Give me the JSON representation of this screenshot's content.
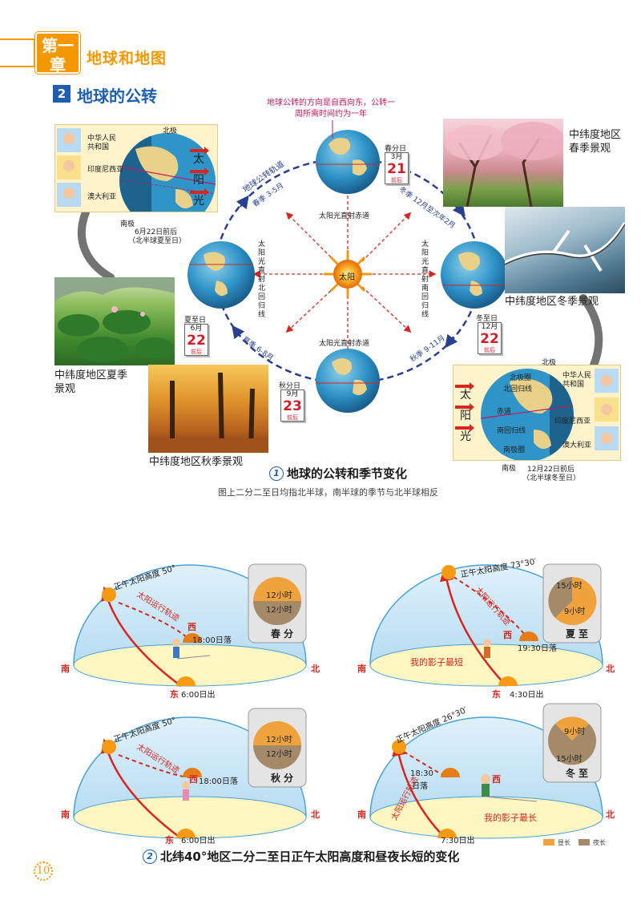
{
  "header": {
    "chapter_badge": "第一章",
    "chapter_title": "地球和地图",
    "section_num": "2",
    "section_title": "地球的公转"
  },
  "orbit": {
    "note": "地球公转的方向是自西向东，公转一周所需时间约为一年",
    "sun": "太阳",
    "track_label": "地球公转轨道",
    "seasons": {
      "spring": "春季 3-5月",
      "summer": "夏季 6-8月",
      "autumn": "秋季 9-11月",
      "winter": "冬季 12月至次年2月"
    },
    "sun_rays": {
      "top": "太阳光直射赤道",
      "bottom": "太阳光直射赤道",
      "left": "太阳光直射北回归线",
      "right": "太阳光直射南回归线"
    },
    "dates": {
      "spring": {
        "name": "春分日",
        "month": "3月",
        "day": "21",
        "pre": "前后"
      },
      "summer": {
        "name": "夏至日",
        "month": "6月",
        "day": "22",
        "pre": "前后"
      },
      "autumn": {
        "name": "秋分日",
        "month": "9月",
        "day": "23",
        "pre": "前后"
      },
      "winter": {
        "name": "冬至日",
        "month": "12月",
        "day": "22",
        "pre": "前后"
      }
    }
  },
  "insets": {
    "summer": {
      "north": "北极",
      "south": "南极",
      "sun": [
        "太",
        "阳",
        "光"
      ],
      "places": [
        "中华人民共和国",
        "印度尼西亚",
        "澳大利亚"
      ],
      "caption": "6月22日前后",
      "sub": "（北半球夏至日）"
    },
    "winter": {
      "north": "北极",
      "south": "南极",
      "sun": [
        "太",
        "阳",
        "光"
      ],
      "places": [
        "中华人民共和国",
        "印度尼西亚",
        "澳大利亚"
      ],
      "rings": [
        "北极圈",
        "北回归线",
        "赤道",
        "南回归线",
        "南极圈"
      ],
      "caption": "12月22日前后",
      "sub": "（北半球冬至日）"
    }
  },
  "photos": {
    "spring": "中纬度地区春季景观",
    "winter": "中纬度地区冬季景观",
    "summer": "中纬度地区夏季景观",
    "autumn": "中纬度地区秋季景观"
  },
  "figure1": {
    "num": "1",
    "title": "地球的公转和季节变化",
    "note": "图上二分二至日均指北半球，南半球的季节与北半球相反"
  },
  "domes": {
    "spring": {
      "altitude": "正午太阳高度 50°",
      "track": "太阳运行轨迹",
      "rise": "6:00日出",
      "set": "18:00日落",
      "day": "12小时",
      "night": "12小时",
      "name": "春分"
    },
    "summer": {
      "altitude": "正午太阳高度 73°30′",
      "track": "太阳运行轨迹",
      "rise": "4:30日出",
      "set": "19:30日落",
      "day": "15小时",
      "night": "9小时",
      "name": "夏至",
      "shadow": "我的影子最短"
    },
    "autumn": {
      "altitude": "正午太阳高度 50°",
      "track": "太阳运行轨迹",
      "rise": "6:00日出",
      "set": "18:00日落",
      "day": "12小时",
      "night": "12小时",
      "name": "秋分"
    },
    "winter": {
      "altitude": "正午太阳高度 26°30′",
      "track": "太阳运行轨迹",
      "rise": "7:30日出",
      "set_time": "18:30",
      "set": "日落",
      "day": "9小时",
      "night": "15小时",
      "name": "冬至",
      "shadow": "我的影子最长"
    },
    "dirs": {
      "south": "南",
      "north": "北",
      "east": "东",
      "west": "西"
    }
  },
  "figure2": {
    "num": "2",
    "title": "北纬40°地区二分二至日正午太阳高度和昼夜长短的变化"
  },
  "legend": {
    "day": "昼长",
    "night": "夜长",
    "day_color": "#f0a23c",
    "night_color": "#a58a6a"
  },
  "page_number": "10"
}
